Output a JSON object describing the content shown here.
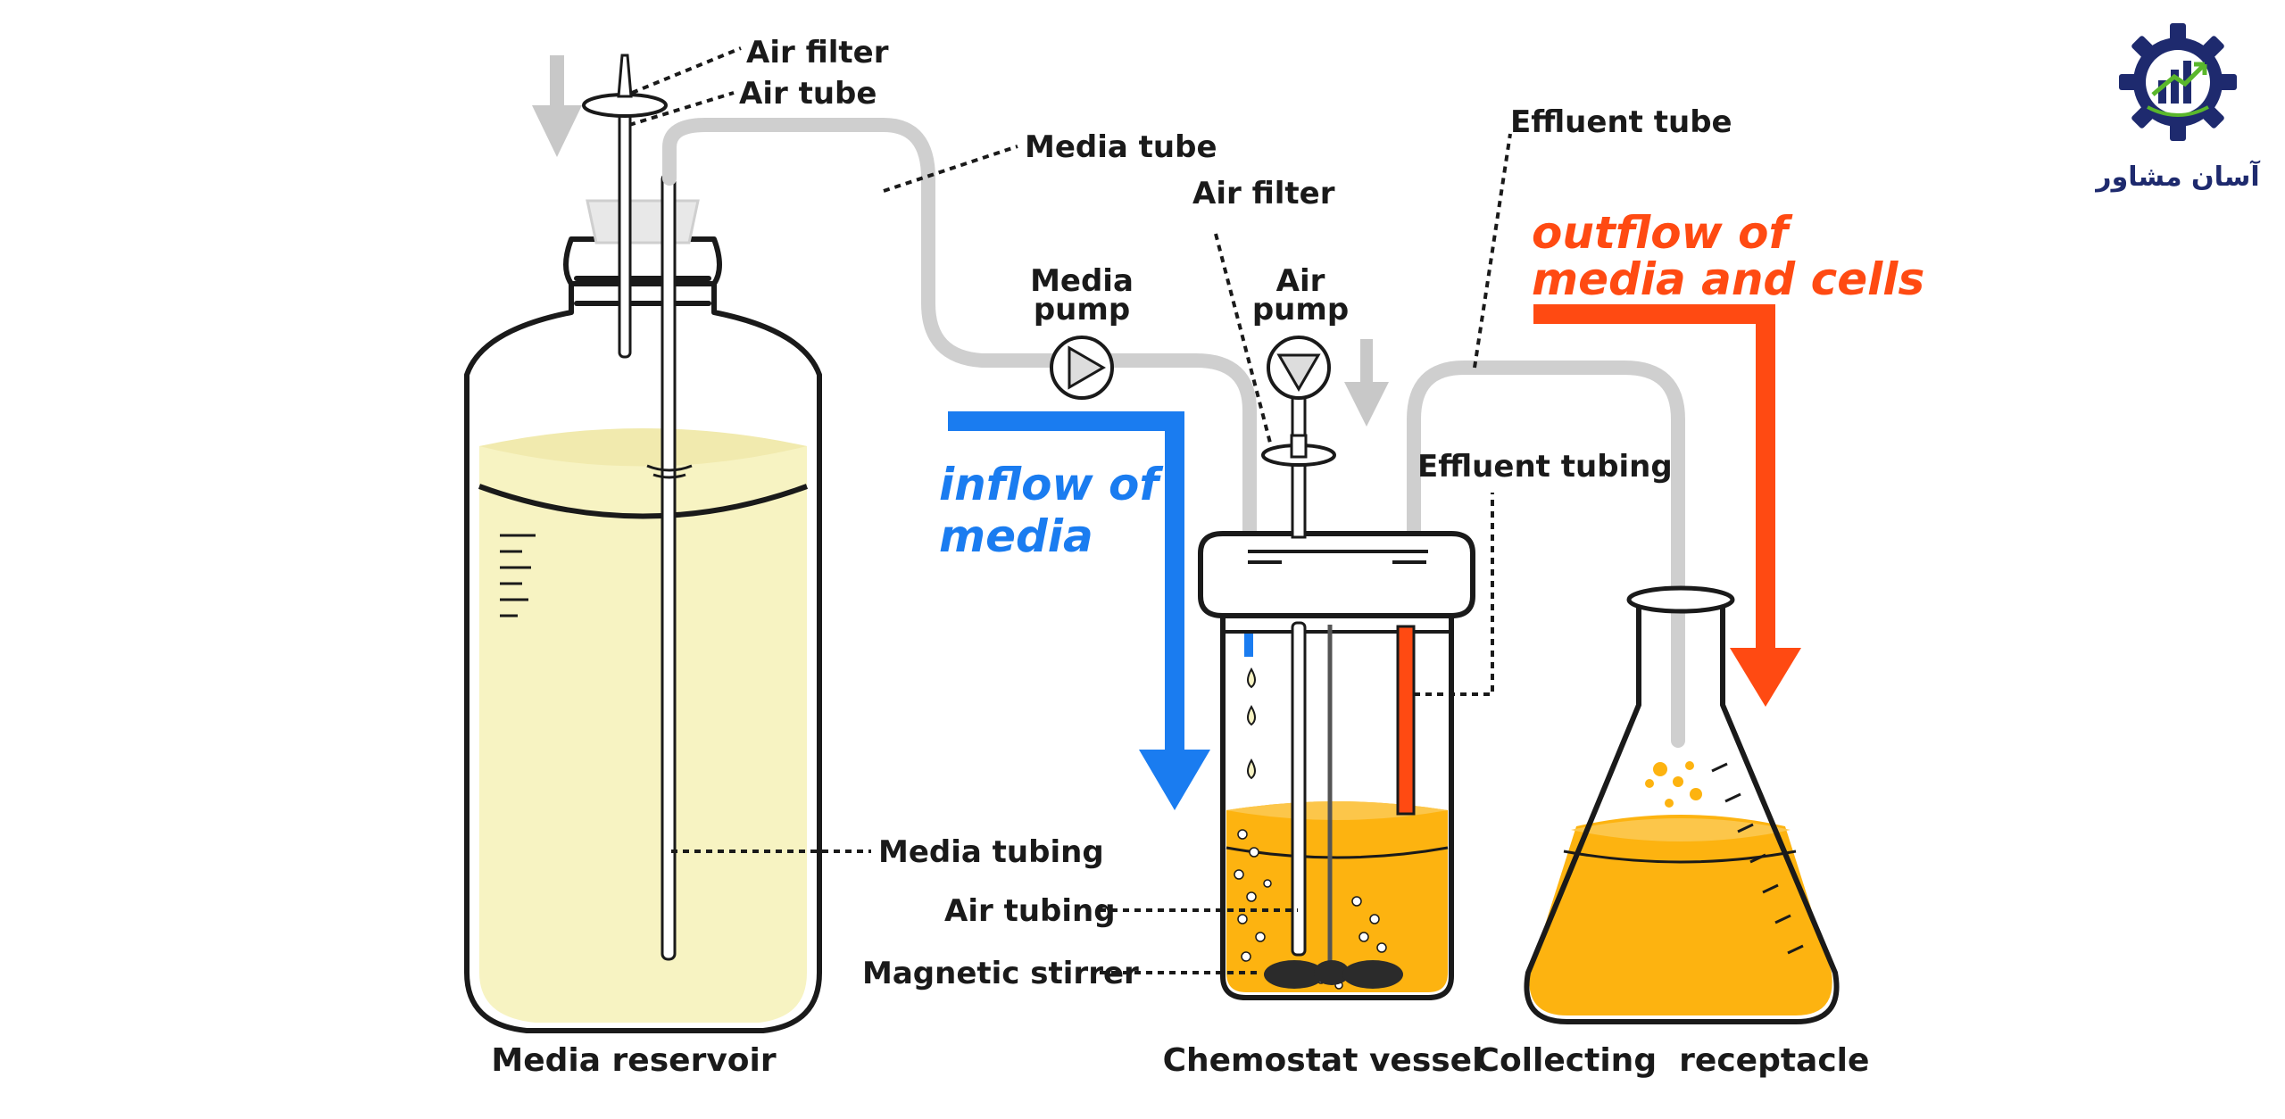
{
  "colors": {
    "inflow": "#1a7cf0",
    "outflow": "#ff4a12",
    "media_liquid": "#f7f3c2",
    "culture": "#fdb310",
    "tube_gray": "#cfcfcf",
    "logo_navy": "#1e2a6e",
    "logo_green": "#5ab72c"
  },
  "labels": {
    "air_filter_top": "Air filter",
    "air_tube": "Air tube",
    "media_tube": "Media tube",
    "air_filter_mid": "Air filter",
    "effluent_tube": "Effluent tube",
    "media_pump_1": "Media",
    "media_pump_2": "pump",
    "air_pump_1": "Air",
    "air_pump_2": "pump",
    "effluent_tubing": "Effluent tubing",
    "media_tubing": "Media tubing",
    "air_tubing": "Air tubing",
    "magnetic_stirrer": "Magnetic stirrer"
  },
  "flows": {
    "inflow_1": "inflow of",
    "inflow_2": "media",
    "outflow_1": "outflow of",
    "outflow_2": "media and cells"
  },
  "captions": {
    "reservoir": "Media reservoir",
    "vessel": "Chemostat vessel",
    "receptacle": "Collecting  receptacle"
  },
  "logo": {
    "text": "آسان مشاور",
    "icon": "gear-chart-logo-icon"
  }
}
